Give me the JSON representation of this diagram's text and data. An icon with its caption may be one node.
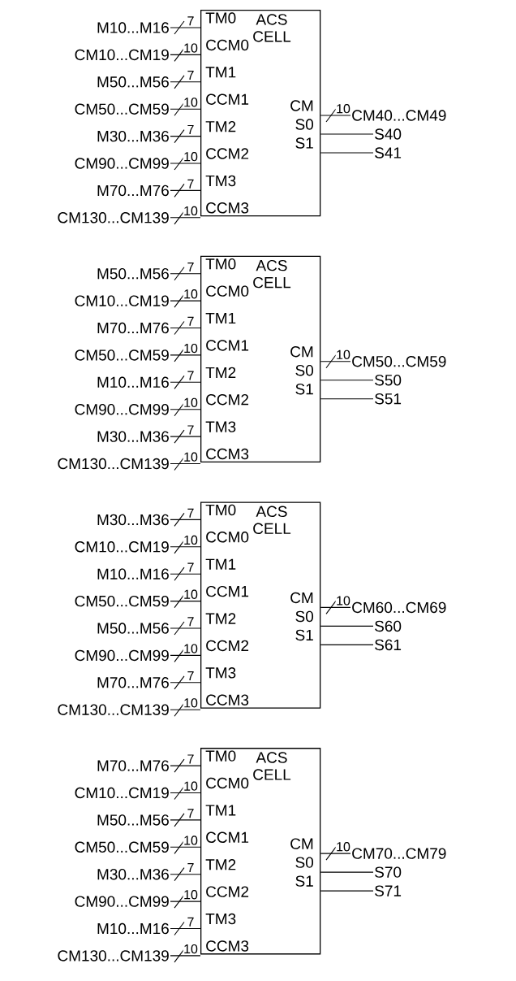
{
  "diagram": {
    "nodes": [
      {
        "text": [
          "ACS CELL",
          "TM0",
          "CCM0",
          "TM1",
          "CCM1",
          "TM2",
          "CCM2",
          "TM3",
          "CCM3",
          "CM",
          "S0",
          "S1"
        ]
      },
      {
        "text": [
          "M10...M16"
        ]
      },
      {
        "text": [
          "CM10...CM19"
        ]
      },
      {
        "text": [
          "M50...M56"
        ]
      },
      {
        "text": [
          "CM50...CM59"
        ]
      },
      {
        "text": [
          "M30...M36"
        ]
      },
      {
        "text": [
          "CM90...CM99"
        ]
      },
      {
        "text": [
          "M70...M76"
        ]
      },
      {
        "text": [
          "CM130...CM139"
        ]
      },
      {
        "text": [
          "CM40...CM49"
        ]
      },
      {
        "text": [
          "S40"
        ]
      },
      {
        "text": [
          "S41"
        ]
      },
      {
        "text": [
          "ACS CELL",
          "TM0",
          "CCM0",
          "TM1",
          "CCM1",
          "TM2",
          "CCM2",
          "TM3",
          "CCM3",
          "CM",
          "S0",
          "S1"
        ]
      },
      {
        "text": [
          "M50...M56"
        ]
      },
      {
        "text": [
          "CM10...CM19"
        ]
      },
      {
        "text": [
          "M70...M76"
        ]
      },
      {
        "text": [
          "CM50...CM59"
        ]
      },
      {
        "text": [
          "M10...M16"
        ]
      },
      {
        "text": [
          "CM90...CM99"
        ]
      },
      {
        "text": [
          "M30...M36"
        ]
      },
      {
        "text": [
          "CM130...CM139"
        ]
      },
      {
        "text": [
          "CM50...CM59"
        ]
      },
      {
        "text": [
          "S50"
        ]
      },
      {
        "text": [
          "S51"
        ]
      },
      {
        "text": [
          "ACS CELL",
          "TM0",
          "CCM0",
          "TM1",
          "CCM1",
          "TM2",
          "CCM2",
          "TM3",
          "CCM3",
          "CM",
          "S0",
          "S1"
        ]
      },
      {
        "text": [
          "M30...M36"
        ]
      },
      {
        "text": [
          "CM10...CM19"
        ]
      },
      {
        "text": [
          "M10...M16"
        ]
      },
      {
        "text": [
          "CM50...CM59"
        ]
      },
      {
        "text": [
          "M50...M56"
        ]
      },
      {
        "text": [
          "CM90...CM99"
        ]
      },
      {
        "text": [
          "M70...M76"
        ]
      },
      {
        "text": [
          "CM130...CM139"
        ]
      },
      {
        "text": [
          "CM60...CM69"
        ]
      },
      {
        "text": [
          "S60"
        ]
      },
      {
        "text": [
          "S61"
        ]
      },
      {
        "text": [
          "ACS CELL",
          "TM0",
          "CCM0",
          "TM1",
          "CCM1",
          "TM2",
          "CCM2",
          "TM3",
          "CCM3",
          "CM",
          "S0",
          "S1"
        ]
      },
      {
        "text": [
          "M70...M76"
        ]
      },
      {
        "text": [
          "CM10...CM19"
        ]
      },
      {
        "text": [
          "M50...M56"
        ]
      },
      {
        "text": [
          "CM50...CM59"
        ]
      },
      {
        "text": [
          "M30...M36"
        ]
      },
      {
        "text": [
          "CM90...CM99"
        ]
      },
      {
        "text": [
          "M10...M16"
        ]
      },
      {
        "text": [
          "CM130...CM139"
        ]
      },
      {
        "text": [
          "CM70...CM79"
        ]
      },
      {
        "text": [
          "S70"
        ]
      },
      {
        "text": [
          "S71"
        ]
      }
    ],
    "edges": [
      {
        "from": 1,
        "to": 0,
        "arrow": "none",
        "label": "7"
      },
      {
        "from": 2,
        "to": 0,
        "arrow": "none",
        "label": "10"
      },
      {
        "from": 3,
        "to": 0,
        "arrow": "none",
        "label": "7"
      },
      {
        "from": 4,
        "to": 0,
        "arrow": "none",
        "label": "10"
      },
      {
        "from": 5,
        "to": 0,
        "arrow": "none",
        "label": "7"
      },
      {
        "from": 6,
        "to": 0,
        "arrow": "none",
        "label": "10"
      },
      {
        "from": 7,
        "to": 0,
        "arrow": "none",
        "label": "7"
      },
      {
        "from": 8,
        "to": 0,
        "arrow": "none",
        "label": "10"
      },
      {
        "from": 0,
        "to": 9,
        "arrow": "none",
        "label": "10"
      },
      {
        "from": 0,
        "to": 10,
        "arrow": "none"
      },
      {
        "from": 0,
        "to": 11,
        "arrow": "none"
      },
      {
        "from": 13,
        "to": 12,
        "arrow": "none",
        "label": "7"
      },
      {
        "from": 14,
        "to": 12,
        "arrow": "none",
        "label": "10"
      },
      {
        "from": 15,
        "to": 12,
        "arrow": "none",
        "label": "7"
      },
      {
        "from": 16,
        "to": 12,
        "arrow": "none",
        "label": "10"
      },
      {
        "from": 17,
        "to": 12,
        "arrow": "none",
        "label": "7"
      },
      {
        "from": 18,
        "to": 12,
        "arrow": "none",
        "label": "10"
      },
      {
        "from": 19,
        "to": 12,
        "arrow": "none",
        "label": "7"
      },
      {
        "from": 20,
        "to": 12,
        "arrow": "none",
        "label": "10"
      },
      {
        "from": 12,
        "to": 21,
        "arrow": "none",
        "label": "10"
      },
      {
        "from": 12,
        "to": 22,
        "arrow": "none"
      },
      {
        "from": 12,
        "to": 23,
        "arrow": "none"
      },
      {
        "from": 25,
        "to": 24,
        "arrow": "none",
        "label": "7"
      },
      {
        "from": 26,
        "to": 24,
        "arrow": "none",
        "label": "10"
      },
      {
        "from": 27,
        "to": 24,
        "arrow": "none",
        "label": "7"
      },
      {
        "from": 28,
        "to": 24,
        "arrow": "none",
        "label": "10"
      },
      {
        "from": 29,
        "to": 24,
        "arrow": "none",
        "label": "7"
      },
      {
        "from": 30,
        "to": 24,
        "arrow": "none",
        "label": "10"
      },
      {
        "from": 31,
        "to": 24,
        "arrow": "none",
        "label": "7"
      },
      {
        "from": 32,
        "to": 24,
        "arrow": "none",
        "label": "10"
      },
      {
        "from": 24,
        "to": 33,
        "arrow": "none",
        "label": "10"
      },
      {
        "from": 24,
        "to": 34,
        "arrow": "none"
      },
      {
        "from": 24,
        "to": 35,
        "arrow": "none"
      },
      {
        "from": 37,
        "to": 36,
        "arrow": "none",
        "label": "7"
      },
      {
        "from": 38,
        "to": 36,
        "arrow": "none",
        "label": "10"
      },
      {
        "from": 39,
        "to": 36,
        "arrow": "none",
        "label": "7"
      },
      {
        "from": 40,
        "to": 36,
        "arrow": "none",
        "label": "10"
      },
      {
        "from": 41,
        "to": 36,
        "arrow": "none",
        "label": "7"
      },
      {
        "from": 42,
        "to": 36,
        "arrow": "none",
        "label": "10"
      },
      {
        "from": 43,
        "to": 36,
        "arrow": "none",
        "label": "7"
      },
      {
        "from": 44,
        "to": 36,
        "arrow": "none",
        "label": "10"
      },
      {
        "from": 36,
        "to": 45,
        "arrow": "none",
        "label": "10"
      },
      {
        "from": 36,
        "to": 46,
        "arrow": "none"
      },
      {
        "from": 36,
        "to": 47,
        "arrow": "none"
      }
    ]
  }
}
